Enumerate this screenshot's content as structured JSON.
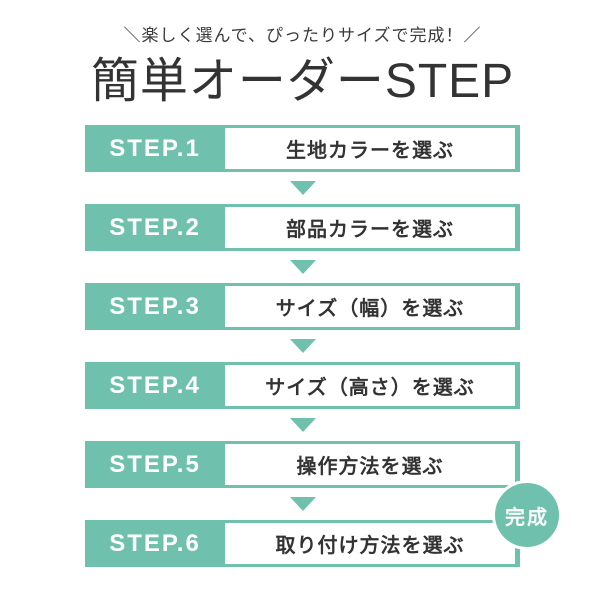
{
  "page": {
    "tagline": "＼楽しく選んで、ぴったりサイズで完成！／",
    "title": "簡単オーダーSTEP"
  },
  "steps": [
    {
      "step": "STEP.1",
      "label": "生地カラーを選ぶ"
    },
    {
      "step": "STEP.2",
      "label": "部品カラーを選ぶ"
    },
    {
      "step": "STEP.3",
      "label": "サイズ（幅）を選ぶ"
    },
    {
      "step": "STEP.4",
      "label": "サイズ（高さ）を選ぶ"
    },
    {
      "step": "STEP.5",
      "label": "操作方法を選ぶ"
    },
    {
      "step": "STEP.6",
      "label": "取り付け方法を選ぶ"
    }
  ],
  "completion_badge": {
    "label": "完成"
  },
  "colors": {
    "teal": "#6fc0ac",
    "text_dark": "#333333",
    "white": "#ffffff"
  }
}
